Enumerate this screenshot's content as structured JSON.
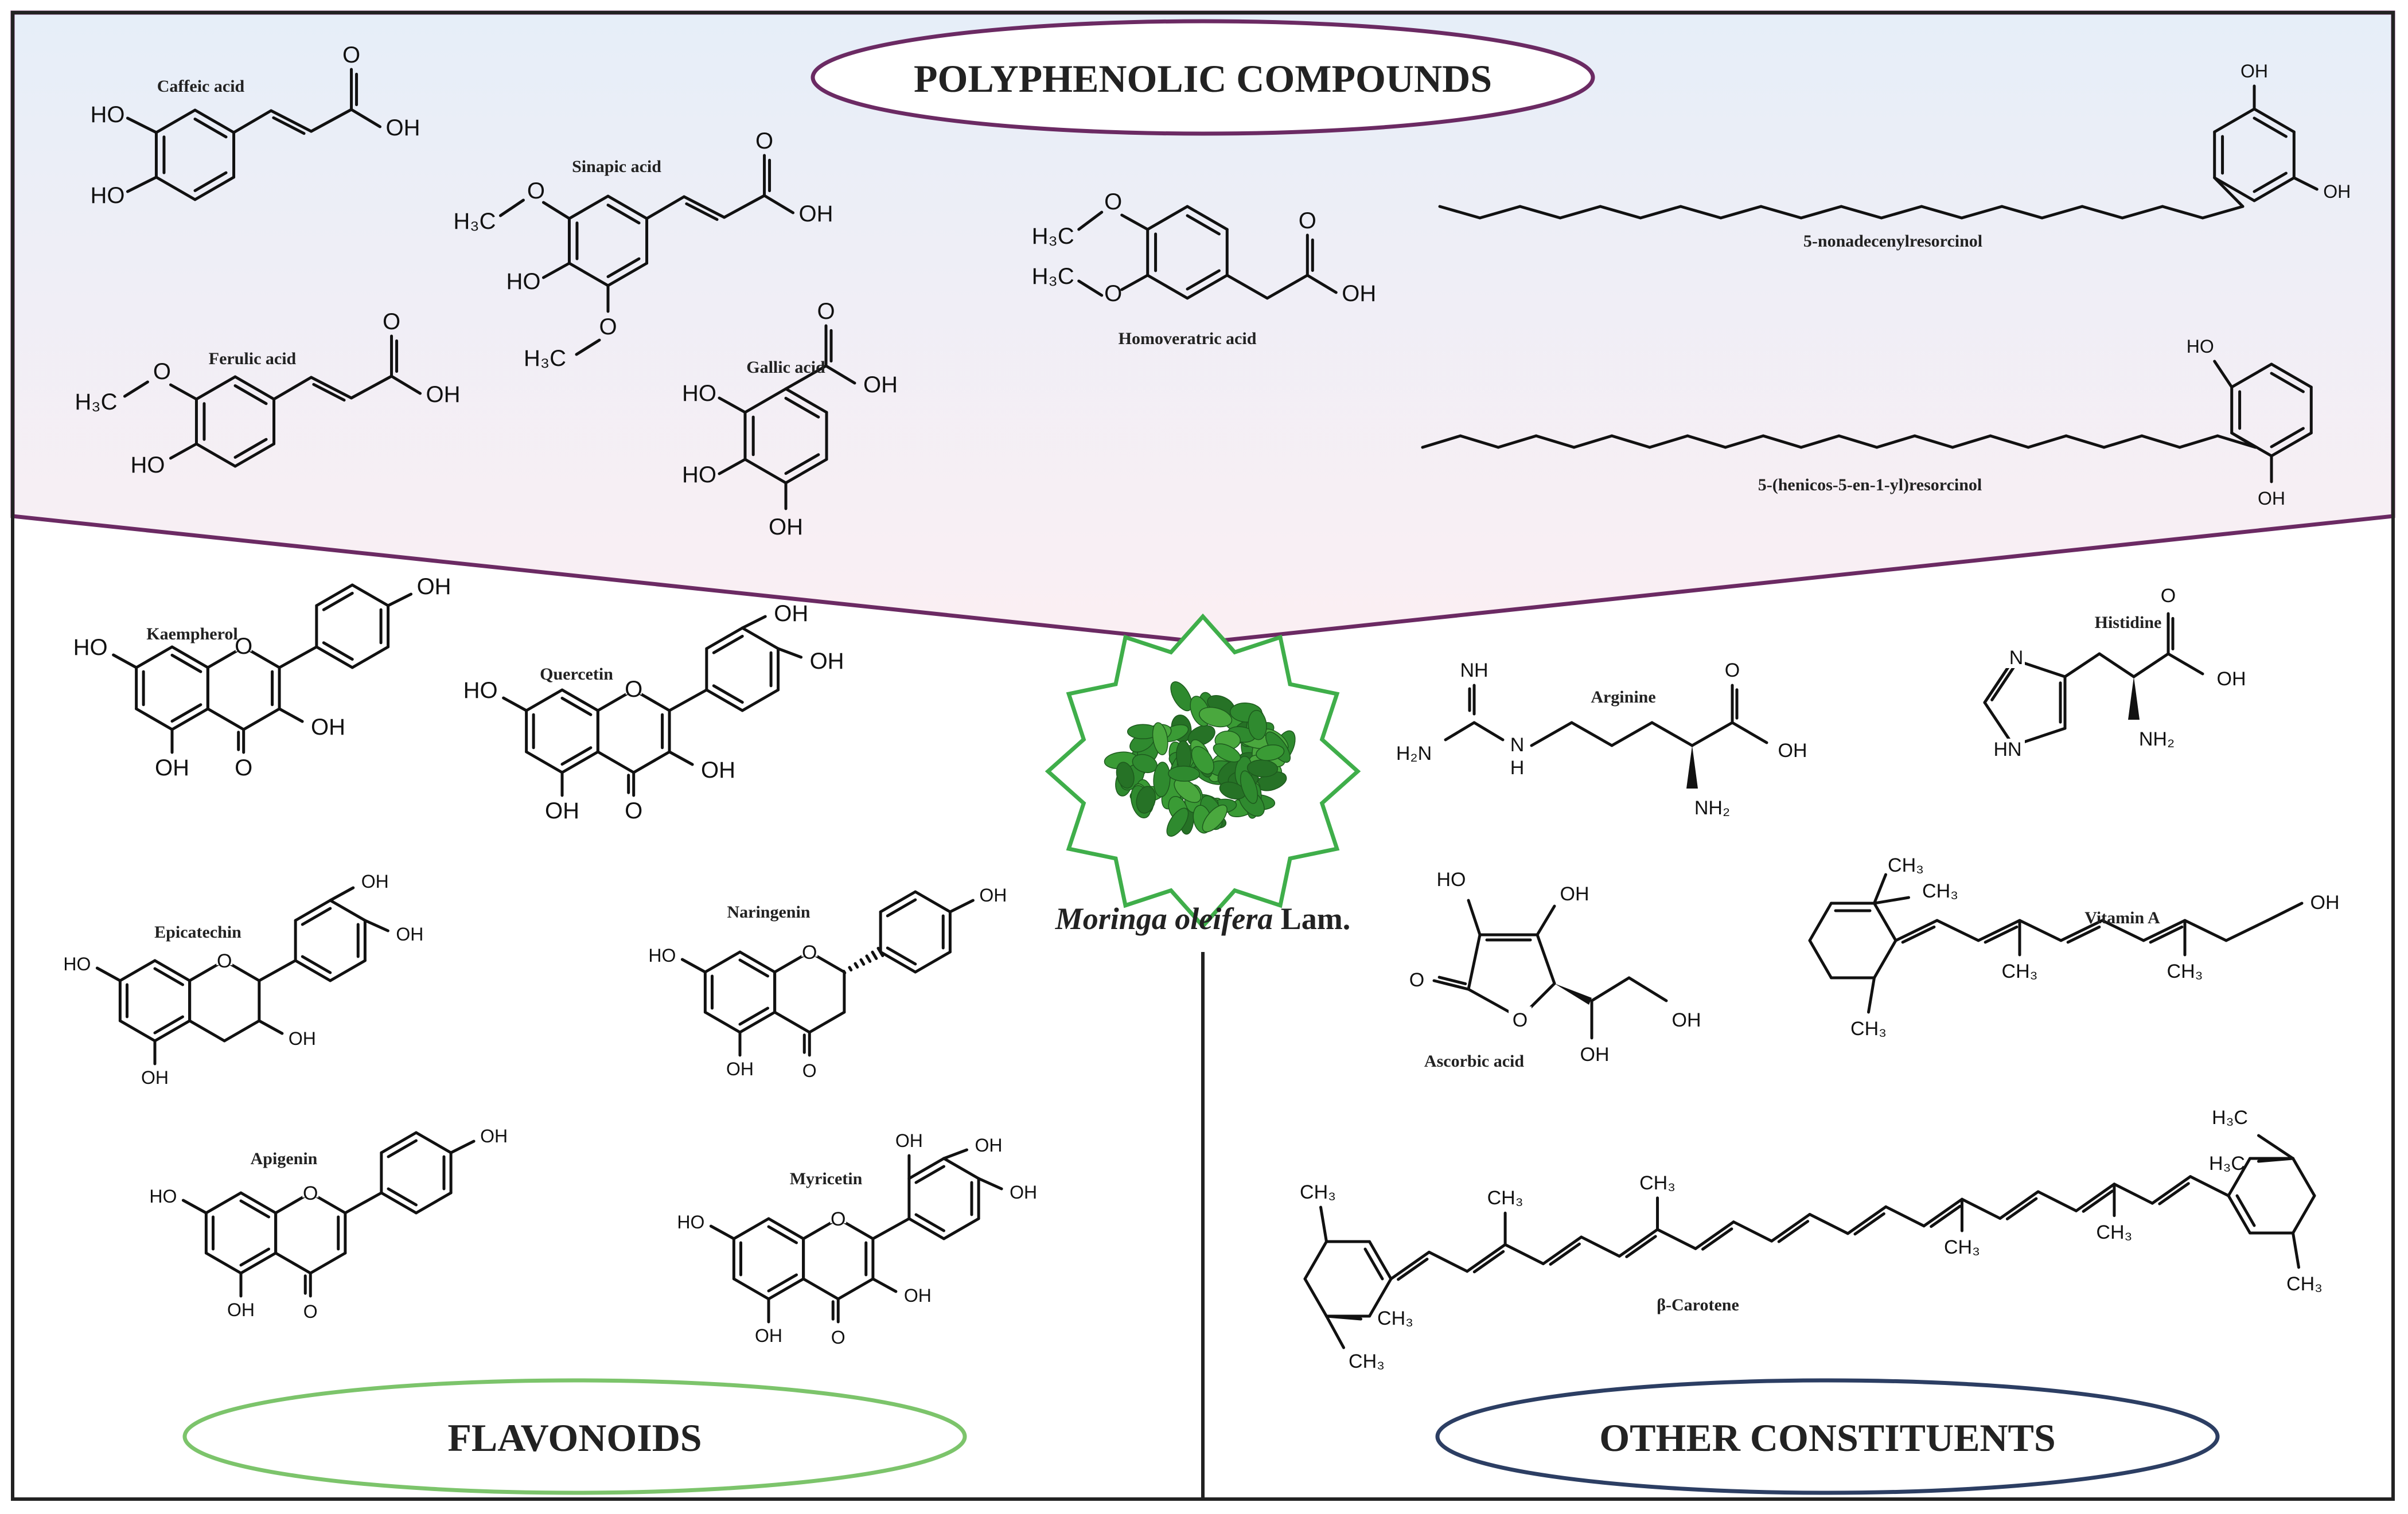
{
  "sections": {
    "polyphenolic": "POLYPHENOLIC COMPOUNDS",
    "flavonoids": "FLAVONOIDS",
    "other": "OTHER CONSTITUENTS"
  },
  "center": {
    "species": "Moringa oleifera",
    "authority": "Lam."
  },
  "compounds": {
    "caffeic_acid": "Caffeic acid",
    "sinapic_acid": "Sinapic acid",
    "ferulic_acid": "Ferulic acid",
    "gallic_acid": "Gallic acid",
    "homoveratric_acid": "Homoveratric acid",
    "nonadecenylresorcinol": "5-nonadecenylresorcinol",
    "henicosenylresorcinol": "5-(henicos-5-en-1-yl)resorcinol",
    "kaempherol": "Kaempherol",
    "quercetin": "Quercetin",
    "epicatechin": "Epicatechin",
    "naringenin": "Naringenin",
    "apigenin": "Apigenin",
    "myricetin": "Myricetin",
    "arginine": "Arginine",
    "histidine": "Histidine",
    "ascorbic_acid": "Ascorbic acid",
    "vitamin_a": "Vitamin A",
    "beta_carotene": "β-Carotene"
  },
  "atoms": {
    "HO": "HO",
    "OH": "OH",
    "O": "O",
    "H3C": "H₃C",
    "CH3": "CH₃",
    "NH": "NH",
    "H2N": "H₂N",
    "H": "H",
    "N": "N",
    "HN": "HN",
    "NH2": "NH₂"
  },
  "colors": {
    "polyphenolic_border": "#6b2a63",
    "flavonoid_border": "#7cc46b",
    "other_border": "#2c3e63",
    "moringa_star": "#3fae4a",
    "leaf": "#2f8a2f"
  }
}
